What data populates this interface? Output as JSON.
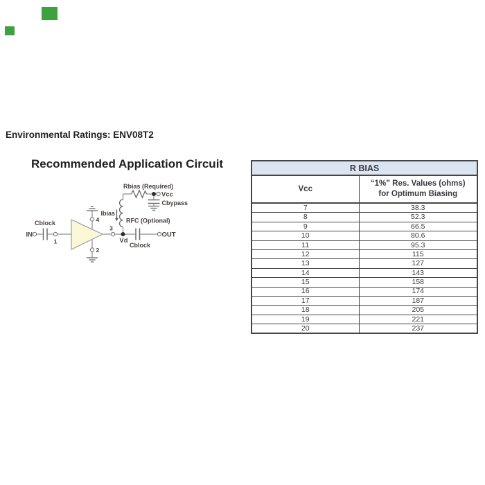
{
  "markers": {
    "color": "#3da23d"
  },
  "header": {
    "env_ratings": "Environmental Ratings: ENV08T2",
    "title": "Recommended Application Circuit"
  },
  "circuit": {
    "labels": {
      "in": "IN",
      "out": "OUT",
      "cblock_in": "Cblock",
      "cblock_out": "Cblock",
      "pin1": "1",
      "pin2": "2",
      "pin3": "3",
      "pin4": "4",
      "vd": "Vd",
      "ibias": "Ibias",
      "rfc": "RFC (Optional)",
      "rbias": "Rbias (Required)",
      "vcc": "Vcc",
      "cbypass": "Cbypass"
    },
    "colors": {
      "amp_fill": "#fbf8d7",
      "wire": "#8c8c8c",
      "component": "#6a6a6a",
      "label_text": "#453f39"
    }
  },
  "table": {
    "title": "R BIAS",
    "header": {
      "col1": "Vcc",
      "col2_line1": "“1%” Res. Values (ohms)",
      "col2_line2": "for Optimum Biasing"
    },
    "rows": [
      {
        "vcc": "7",
        "res": "38.3"
      },
      {
        "vcc": "8",
        "res": "52.3"
      },
      {
        "vcc": "9",
        "res": "66.5"
      },
      {
        "vcc": "10",
        "res": "80.6"
      },
      {
        "vcc": "11",
        "res": "95.3"
      },
      {
        "vcc": "12",
        "res": "115"
      },
      {
        "vcc": "13",
        "res": "127"
      },
      {
        "vcc": "14",
        "res": "143"
      },
      {
        "vcc": "15",
        "res": "158"
      },
      {
        "vcc": "16",
        "res": "174"
      },
      {
        "vcc": "17",
        "res": "187"
      },
      {
        "vcc": "18",
        "res": "205"
      },
      {
        "vcc": "19",
        "res": "221"
      },
      {
        "vcc": "20",
        "res": "237"
      }
    ],
    "colors": {
      "title_bg": "#dbe5f1",
      "border": "#454545",
      "text": "#3a3a40"
    }
  }
}
